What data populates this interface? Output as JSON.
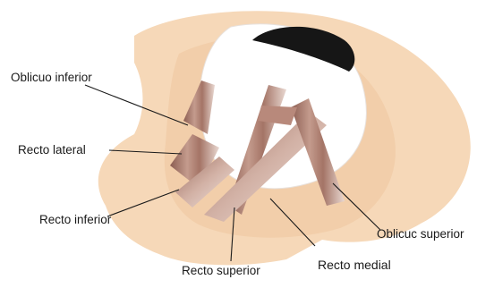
{
  "labels": {
    "oblicuo_inferior": "Oblicuo inferior",
    "recto_lateral": "Recto lateral",
    "recto_inferior": "Recto inferior",
    "oblicuo_superior": "Oblicuc superior",
    "recto_superior": "Recto superior",
    "recto_medial": "Recto medial"
  },
  "colors": {
    "orbit_tissue": "#f6d8b8",
    "orbit_tissue_dark": "#efc69f",
    "muscle": "#a6786a",
    "muscle_highlight": "#e6d2cb",
    "eyeball": "#ffffff",
    "cornea_pupil": "#161616",
    "leader_line": "#1a1a1a"
  }
}
